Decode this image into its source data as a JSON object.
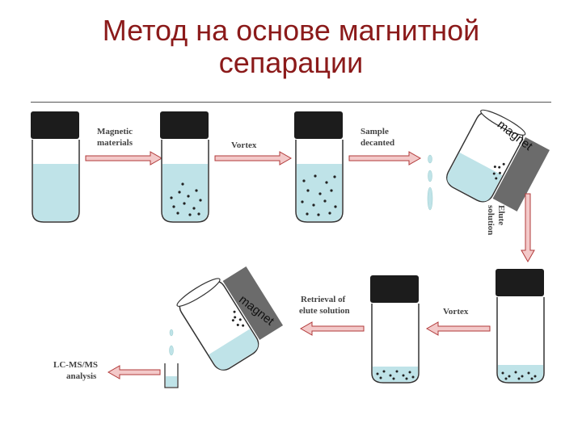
{
  "title": {
    "line1": "Метод на основе магнитной",
    "line2": "сепарации"
  },
  "steps": {
    "magnetic_materials": [
      "Magnetic",
      "materials"
    ],
    "vortex_1": "Vortex",
    "sample_decanted": [
      "Sample",
      "decanted"
    ],
    "elute_solution": [
      "Elute",
      "solution"
    ],
    "vortex_2": "Vortex",
    "retrieval": [
      "Retrieval of",
      "elute solution"
    ],
    "lcms": [
      "LC-MS/MS",
      "analysis"
    ]
  },
  "magnet_label": "magnet",
  "colors": {
    "title": "#8b1a1a",
    "liquid": "#bfe3e8",
    "cap": "#1c1c1c",
    "arrow_fill": "#f3c9c9",
    "arrow_stroke": "#b23a3a",
    "magnet": "#6b6b6b"
  }
}
